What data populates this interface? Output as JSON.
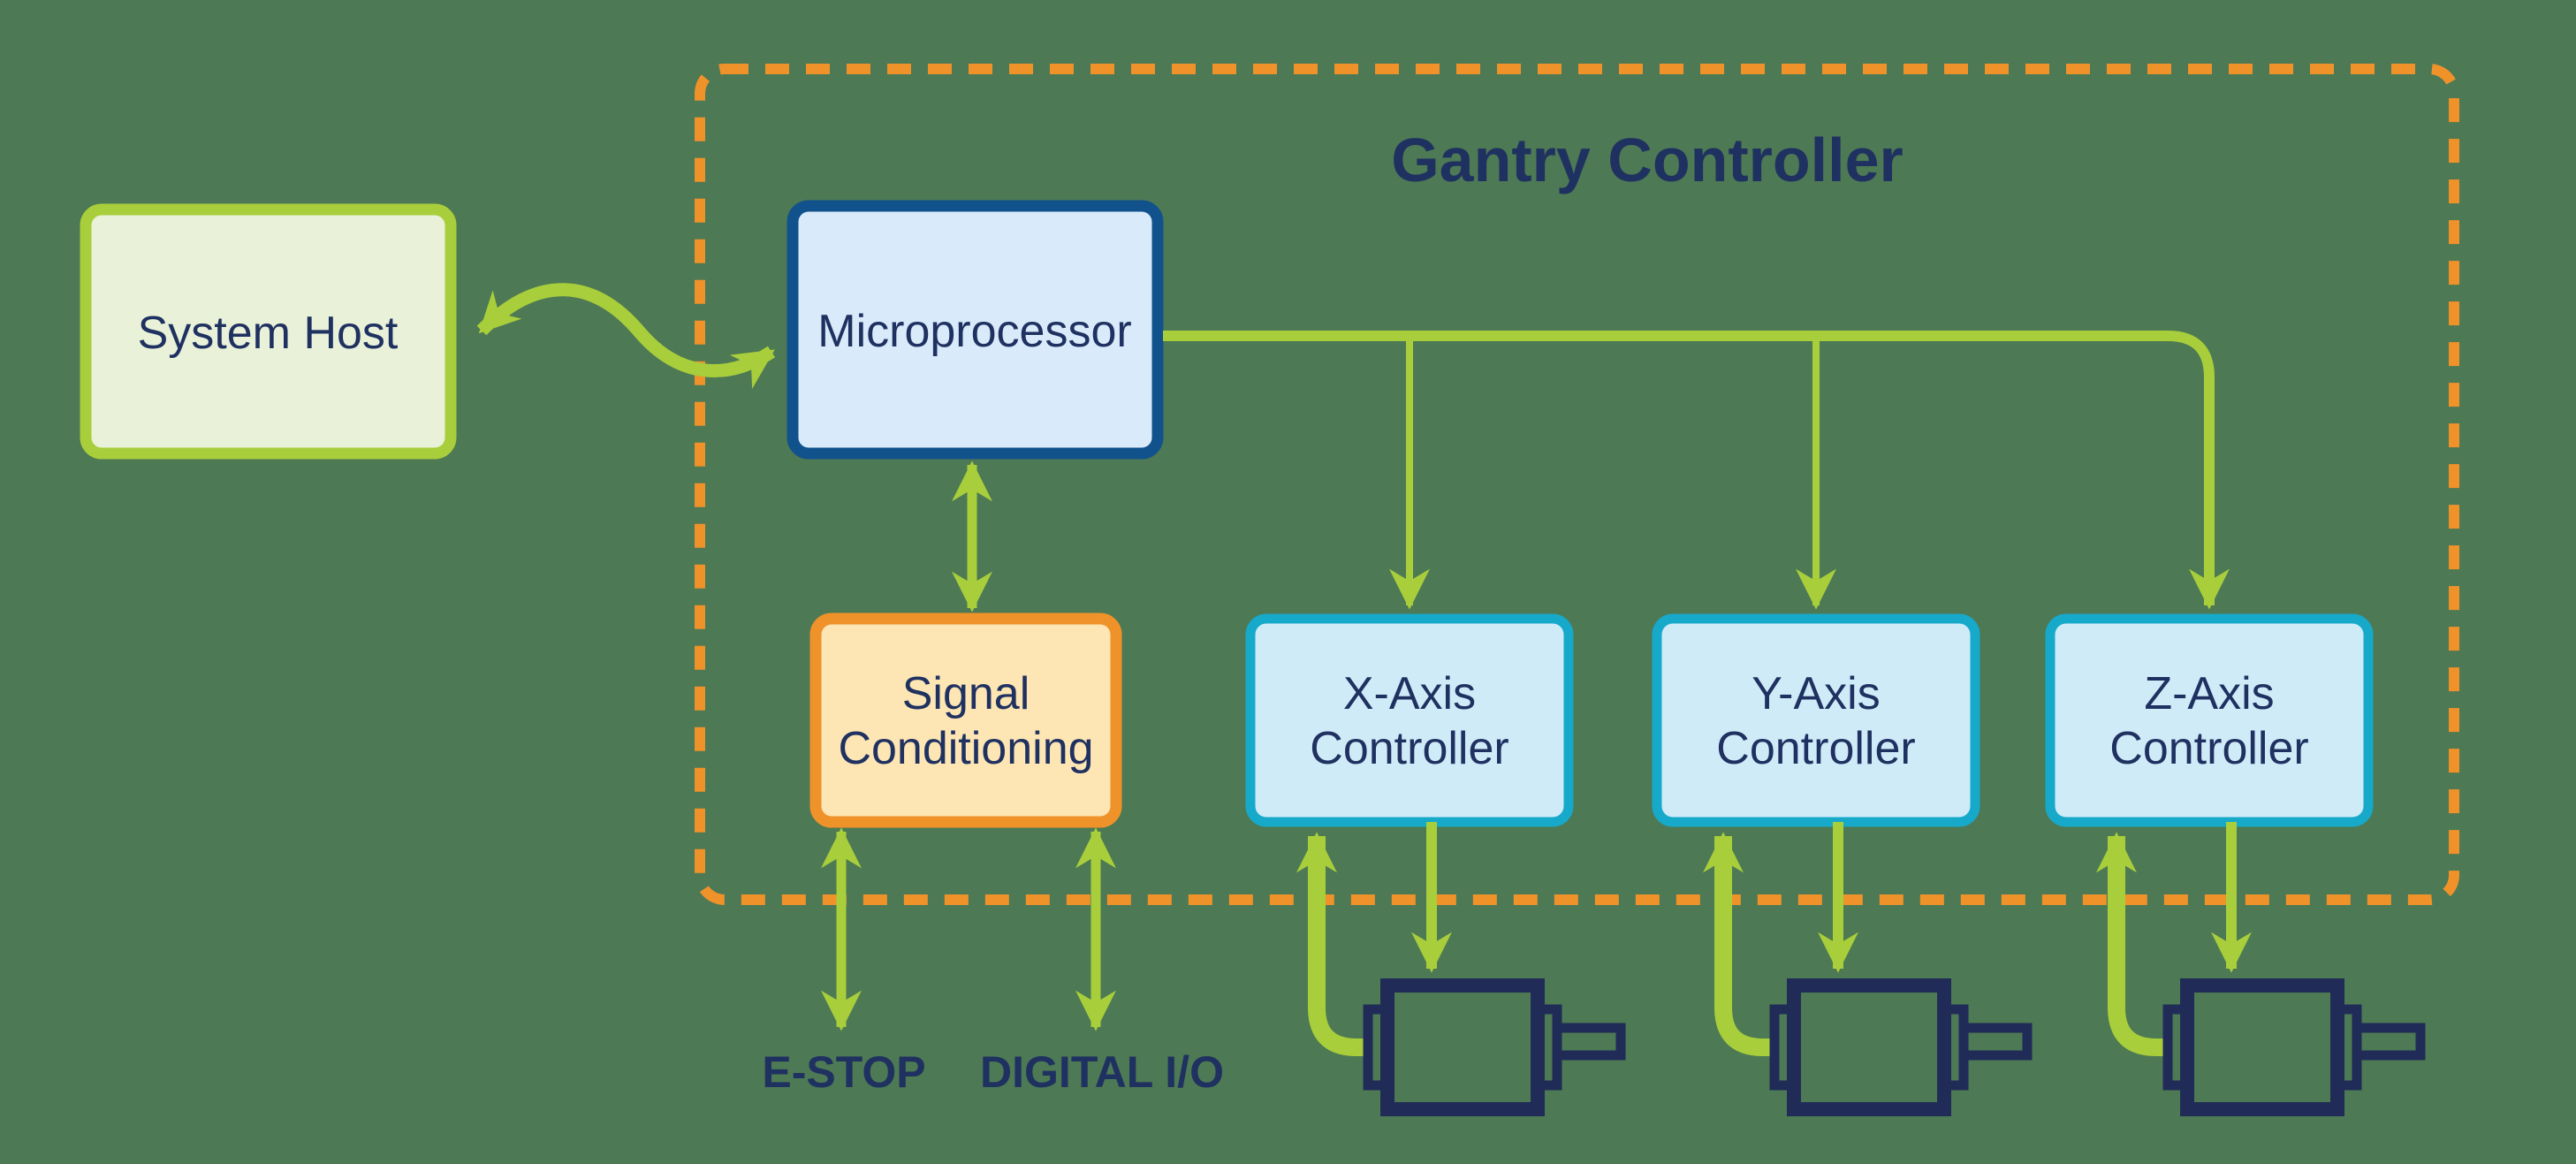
{
  "title": "Gantry Controller",
  "nodes": {
    "system_host": {
      "label": "System Host"
    },
    "microprocessor": {
      "label": "Microprocessor"
    },
    "signal_conditioning": {
      "line1": "Signal",
      "line2": "Conditioning"
    },
    "x_axis_controller": {
      "line1": "X-Axis",
      "line2": "Controller"
    },
    "y_axis_controller": {
      "line1": "Y-Axis",
      "line2": "Controller"
    },
    "z_axis_controller": {
      "line1": "Z-Axis",
      "line2": "Controller"
    }
  },
  "io_labels": {
    "estop": "E-STOP",
    "digital_io": "DIGITAL I/O"
  },
  "icons": {
    "motor": "motor-icon",
    "arrowhead": "arrowhead-icon"
  },
  "edges": [
    {
      "from": "System Host",
      "to": "Microprocessor",
      "style": "bidirectional-s-curve"
    },
    {
      "from": "Microprocessor",
      "to": "Signal Conditioning",
      "style": "bidirectional"
    },
    {
      "from": "Microprocessor",
      "to": "X-Axis Controller",
      "style": "bus-down-arrow"
    },
    {
      "from": "Microprocessor",
      "to": "Y-Axis Controller",
      "style": "bus-down-arrow"
    },
    {
      "from": "Microprocessor",
      "to": "Z-Axis Controller",
      "style": "bus-down-arrow"
    },
    {
      "from": "Signal Conditioning",
      "to": "E-STOP",
      "style": "bidirectional"
    },
    {
      "from": "Signal Conditioning",
      "to": "DIGITAL I/O",
      "style": "bidirectional"
    },
    {
      "from": "X-Axis Controller",
      "to": "X motor",
      "style": "command-down"
    },
    {
      "from": "X motor",
      "to": "X-Axis Controller",
      "style": "feedback-up-curve"
    },
    {
      "from": "Y-Axis Controller",
      "to": "Y motor",
      "style": "command-down"
    },
    {
      "from": "Y motor",
      "to": "Y-Axis Controller",
      "style": "feedback-up-curve"
    },
    {
      "from": "Z-Axis Controller",
      "to": "Z motor",
      "style": "command-down"
    },
    {
      "from": "Z motor",
      "to": "Z-Axis Controller",
      "style": "feedback-up-curve"
    }
  ],
  "colors": {
    "background": "#4d7954",
    "lime": "#a8ce3b",
    "orange": "#f0922a",
    "navy_text": "#1f3160",
    "motor_navy": "#202c57",
    "system_host_fill": "#e9f1d9",
    "system_host_border": "#a8ce3b",
    "microprocessor_fill": "#d9ebfa",
    "microprocessor_border": "#11528c",
    "signal_fill": "#fde5b4",
    "signal_border": "#f0922a",
    "axis_fill": "#d0ebf8",
    "axis_border": "#17a9ca"
  }
}
